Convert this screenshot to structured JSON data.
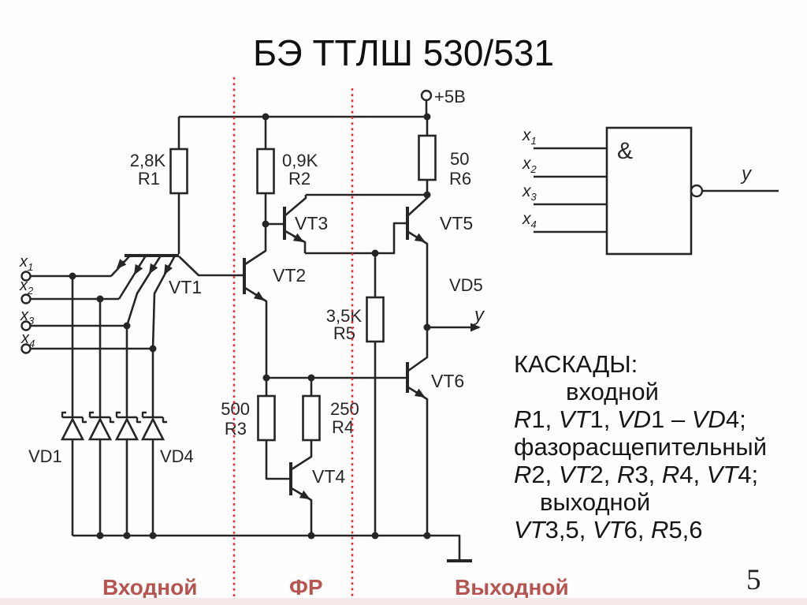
{
  "title": "БЭ ТТЛШ 530/531",
  "page_number": "5",
  "schematic": {
    "power_label": "+5В",
    "resistors": {
      "r1": {
        "value": "2,8K",
        "ref": "R1"
      },
      "r2": {
        "value": "0,9K",
        "ref": "R2"
      },
      "r3": {
        "value": "500",
        "ref": "R3"
      },
      "r4": {
        "value": "250",
        "ref": "R4"
      },
      "r5": {
        "value": "3,5K",
        "ref": "R5"
      },
      "r6": {
        "value": "50",
        "ref": "R6"
      }
    },
    "transistors": {
      "vt1": "VT1",
      "vt2": "VT2",
      "vt3": "VT3",
      "vt4": "VT4",
      "vt5": "VT5",
      "vt6": "VT6"
    },
    "diodes": {
      "vd1": "VD1",
      "vd4": "VD4",
      "vd5": "VD5"
    },
    "output_label": "y"
  },
  "inputs": [
    {
      "base": "x",
      "sub": "1"
    },
    {
      "base": "x",
      "sub": "2"
    },
    {
      "base": "x",
      "sub": "3"
    },
    {
      "base": "x",
      "sub": "4"
    }
  ],
  "gate": {
    "symbol": "&",
    "output_label": "y"
  },
  "sections": [
    {
      "label": "Входной"
    },
    {
      "label": "ФР"
    },
    {
      "label": "Выходной"
    }
  ],
  "cascades": {
    "heading": "КАСКАДЫ:",
    "lines": [
      {
        "indent": 66,
        "segments": [
          {
            "t": "входной"
          }
        ]
      },
      {
        "indent": 0,
        "segments": [
          {
            "t": "R",
            "i": true
          },
          {
            "t": "1, "
          },
          {
            "t": "VT",
            "i": true
          },
          {
            "t": "1, "
          },
          {
            "t": "VD",
            "i": true
          },
          {
            "t": "1 – "
          },
          {
            "t": "VD",
            "i": true
          },
          {
            "t": "4;"
          }
        ]
      },
      {
        "indent": 0,
        "segments": [
          {
            "t": "фазорасщепительный"
          }
        ]
      },
      {
        "indent": 0,
        "segments": [
          {
            "t": "R",
            "i": true
          },
          {
            "t": "2, "
          },
          {
            "t": "VT",
            "i": true
          },
          {
            "t": "2, "
          },
          {
            "t": "R",
            "i": true
          },
          {
            "t": "3, "
          },
          {
            "t": "R",
            "i": true
          },
          {
            "t": "4, "
          },
          {
            "t": "VT",
            "i": true
          },
          {
            "t": "4;"
          }
        ]
      },
      {
        "indent": 33,
        "segments": [
          {
            "t": "выходной"
          }
        ]
      },
      {
        "indent": 0,
        "segments": [
          {
            "t": "VT",
            "i": true
          },
          {
            "t": "3,5, "
          },
          {
            "t": "VT",
            "i": true
          },
          {
            "t": "6, "
          },
          {
            "t": "R",
            "i": true
          },
          {
            "t": "5,6"
          }
        ]
      }
    ]
  }
}
